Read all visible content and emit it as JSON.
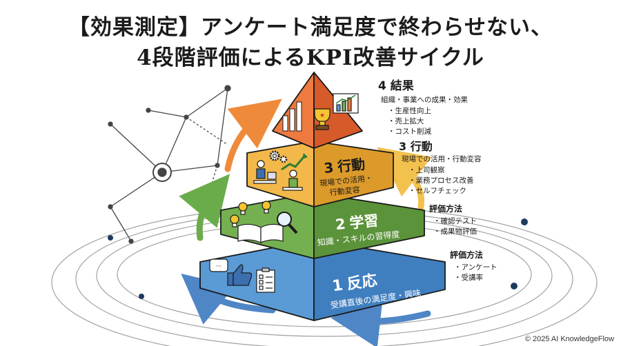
{
  "title": {
    "line1": "【効果測定】アンケート満足度で終わらせない、",
    "line2": "4段階評価によるKPI改善サイクル"
  },
  "levels": [
    {
      "number": "1",
      "name": "反応",
      "subtitle": "受講直後の満足度・興味",
      "side_heading": "評価方法",
      "side_items": [
        "アンケート",
        "受講率"
      ]
    },
    {
      "number": "2",
      "name": "学習",
      "subtitle": "知識・スキルの習得度",
      "side_heading": "評価方法",
      "side_items": [
        "確認テスト",
        "成果物評価"
      ]
    },
    {
      "number": "3",
      "name": "行動",
      "subtitle_line1": "現場での活用・",
      "subtitle_line2": "行動変容",
      "side_heading": "3 行動",
      "side_subheading": "現場での活用・行動変容",
      "side_items": [
        "上司観察",
        "業務プロセス改善",
        "セルフチェック"
      ]
    },
    {
      "number": "4",
      "name": "結果",
      "side_heading": "4 結果",
      "side_subheading": "組織・事業への成果・効果",
      "side_items": [
        "生産性向上",
        "売上拡大",
        "コスト削減"
      ]
    }
  ],
  "copyright": "© 2025 AI KnowledgeFlow",
  "colors": {
    "level1": "#5b9bd5",
    "level1_side": "#3f7fbf",
    "level2": "#74b04f",
    "level2_side": "#5a933a",
    "level3": "#f2b84a",
    "level3_side": "#dc9a2a",
    "level4": "#ee7a3f",
    "level4_side": "#d65a2a",
    "outline": "#1a1a1a",
    "arrow_blue": "#4f86c6",
    "arrow_green": "#6aab4a",
    "arrow_orange": "#ee8a3a",
    "arrow_yellow": "#f2c14e"
  },
  "icons": [
    "chat-bubble-icon",
    "thumbs-up-icon",
    "checklist-icon",
    "lightbulb-icon",
    "book-icon",
    "magnifier-icon",
    "people-desk-icon",
    "gear-icon",
    "trophy-icon",
    "bar-chart-icon",
    "network-icon"
  ]
}
